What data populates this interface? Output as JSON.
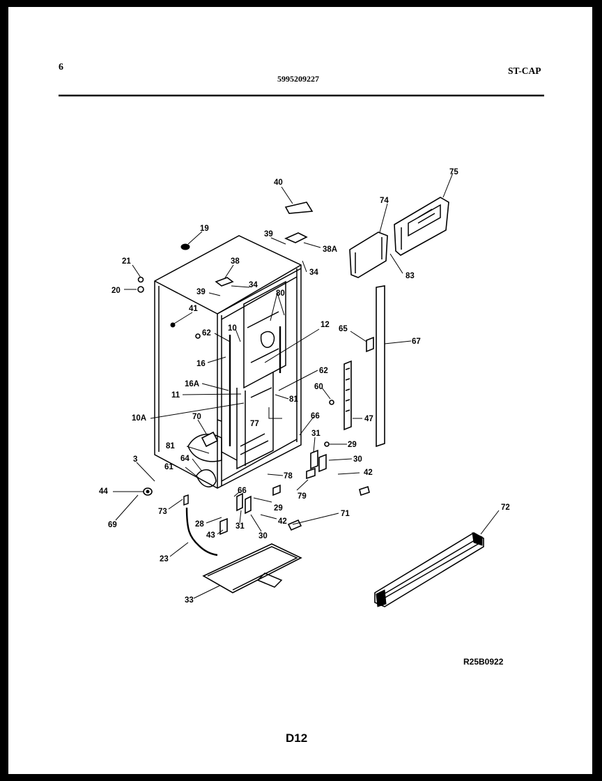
{
  "header": {
    "page_number": "6",
    "part_number": "5995209227",
    "model_code": "ST-CAP"
  },
  "footer": {
    "figure_id": "R25B0922",
    "page_code": "D12"
  },
  "callouts": [
    "40",
    "75",
    "74",
    "19",
    "39",
    "38A",
    "21",
    "38",
    "34",
    "20",
    "39",
    "34",
    "80",
    "83",
    "41",
    "12",
    "65",
    "67",
    "10",
    "62",
    "16",
    "62",
    "16A",
    "60",
    "11",
    "81",
    "47",
    "10A",
    "70",
    "77",
    "66",
    "31",
    "29",
    "81",
    "30",
    "3",
    "64",
    "42",
    "61",
    "78",
    "44",
    "79",
    "66",
    "29",
    "73",
    "71",
    "72",
    "28",
    "31",
    "42",
    "69",
    "43",
    "30",
    "23",
    "33"
  ]
}
